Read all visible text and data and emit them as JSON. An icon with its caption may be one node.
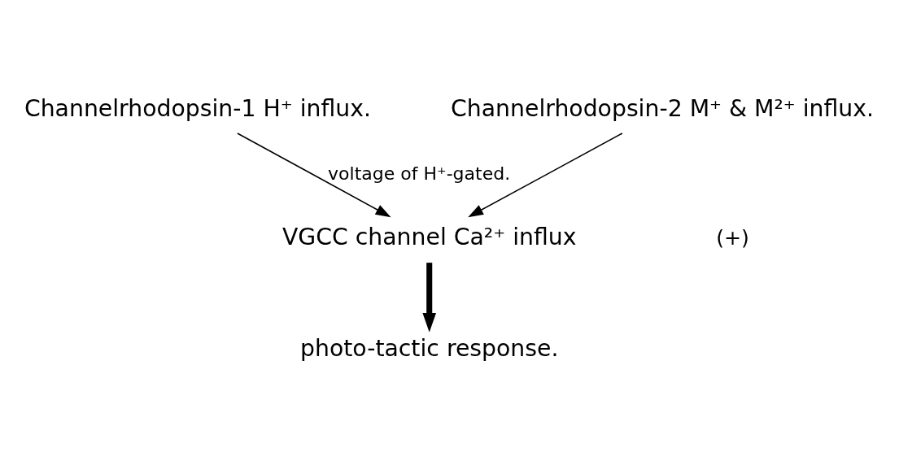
{
  "diagram": {
    "nodes": [
      {
        "text": [
          "Channelrhodopsin-1 H⁺ influx."
        ]
      },
      {
        "text": [
          "Channelrhodopsin-2 M⁺ & M²⁺ influx."
        ]
      },
      {
        "text": [
          "VGCC channel Ca²⁺ influx"
        ]
      },
      {
        "text": [
          "photo-tactic response."
        ]
      }
    ],
    "edges": [
      {
        "from": 0,
        "to": 2,
        "arrow": "to",
        "label": "voltage of H⁺-gated."
      },
      {
        "from": 1,
        "to": 2,
        "arrow": "to"
      },
      {
        "from": 2,
        "to": 3,
        "arrow": "to",
        "style": "thick"
      }
    ],
    "labels": [
      "(+)"
    ]
  }
}
